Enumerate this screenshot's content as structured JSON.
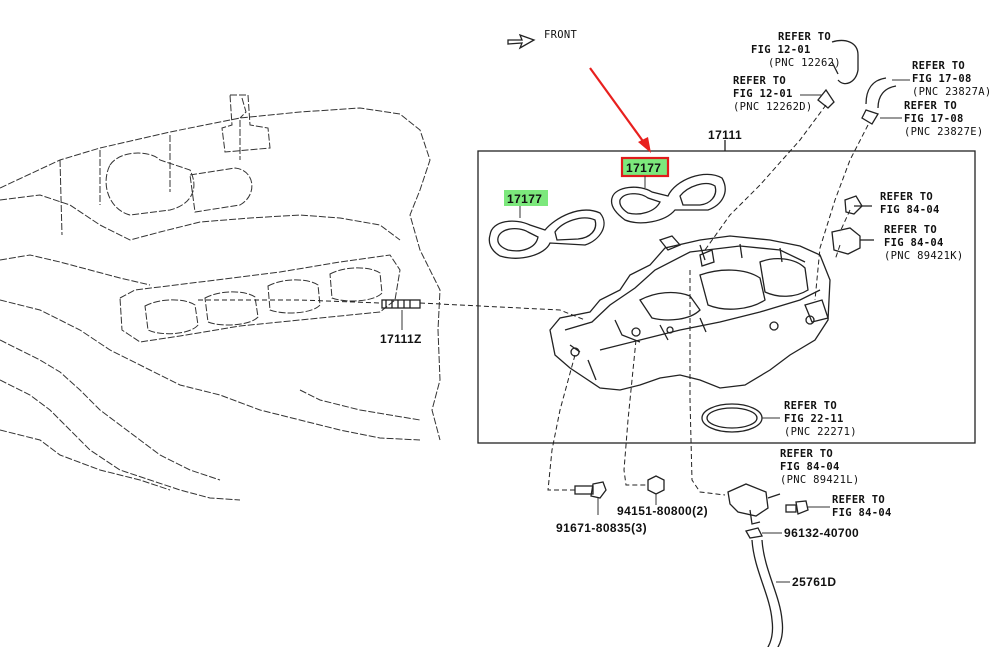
{
  "direction": {
    "label": "FRONT"
  },
  "assembly": {
    "part_no": "17111"
  },
  "callouts": {
    "gasket_highlighted": "17177",
    "gasket_other": "17177",
    "stud": "17111Z",
    "bolt_left": "91671-80835(3)",
    "bolt_mid": "94151-80800(2)",
    "clamp": "96132-40700",
    "hose": "25761D"
  },
  "refs": {
    "r1": [
      "REFER TO",
      "FIG 12-01",
      "(PNC 12262)"
    ],
    "r2": [
      "REFER TO",
      "FIG 12-01",
      "(PNC 12262D)"
    ],
    "r3": [
      "REFER TO",
      "FIG 17-08",
      "(PNC 23827A)"
    ],
    "r4": [
      "REFER TO",
      "FIG 17-08",
      "(PNC 23827E)"
    ],
    "r5": [
      "REFER TO",
      "FIG 84-04"
    ],
    "r6": [
      "REFER TO",
      "FIG 84-04",
      "(PNC 89421K)"
    ],
    "r7": [
      "REFER TO",
      "FIG 22-11",
      "(PNC 22271)"
    ],
    "r8": [
      "REFER TO",
      "FIG 84-04",
      "(PNC 89421L)"
    ],
    "r9": [
      "REFER TO",
      "FIG 84-04"
    ]
  },
  "colors": {
    "highlight_fill": "#7CE87C",
    "highlight_border": "#E01B1B",
    "arrow": "#E8201E",
    "line": "#222222"
  }
}
